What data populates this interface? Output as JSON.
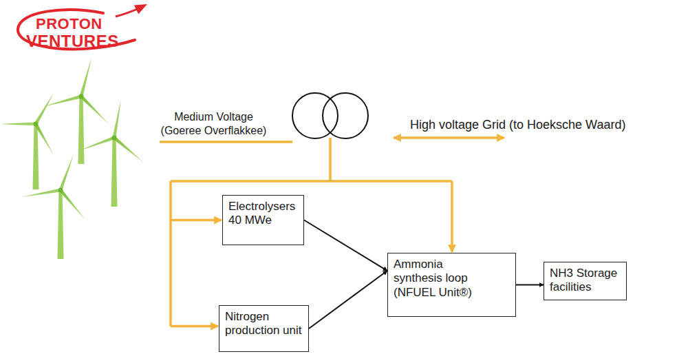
{
  "diagram": {
    "nodes": [
      {
        "text": [
          "Electrolysers 40 MWe"
        ]
      },
      {
        "text": [
          "Nitrogen production unit"
        ]
      },
      {
        "text": [
          "Ammonia synthesis loop (NFUEL Unit®)"
        ]
      },
      {
        "text": [
          "NH3 Storage facilities"
        ]
      }
    ],
    "edges": [
      {
        "from": 0,
        "to": 2,
        "arrow": "to"
      },
      {
        "from": 1,
        "to": 2,
        "arrow": "to"
      },
      {
        "from": 2,
        "to": 3,
        "arrow": "to"
      }
    ],
    "labels": [
      "PROTON",
      "VENTURES",
      "Medium Voltage (Goeree Overflakkee)",
      "High voltage Grid (to Hoeksche Waard)"
    ]
  }
}
